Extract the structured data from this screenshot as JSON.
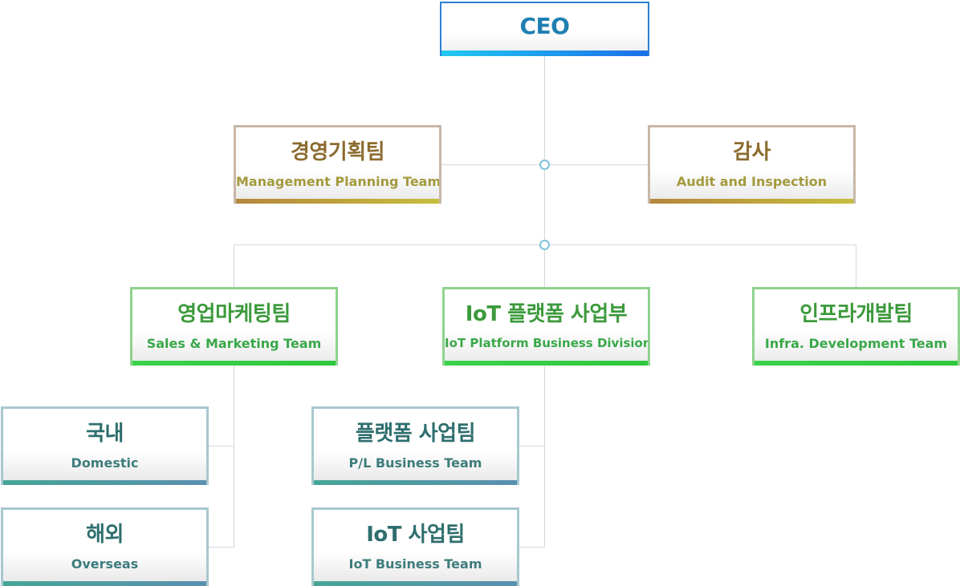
{
  "ceo": {
    "label": "CEO"
  },
  "staff": {
    "planning": {
      "ko": "경영기획팀",
      "en": "Management Planning Team"
    },
    "audit": {
      "ko": "감사",
      "en": "Audit and Inspection"
    }
  },
  "divisions": {
    "sales": {
      "ko": "영업마케팅팀",
      "en": "Sales & Marketing Team"
    },
    "iot": {
      "ko": "IoT 플랫폼 사업부",
      "en": "IoT Platform Business Division"
    },
    "infra": {
      "ko": "인프라개발팀",
      "en": "Infra. Development Team"
    }
  },
  "teams": {
    "domestic": {
      "ko": "국내",
      "en": "Domestic"
    },
    "overseas": {
      "ko": "해외",
      "en": "Overseas"
    },
    "pl_business": {
      "ko": "플랫폼 사업팀",
      "en": "P/L Business Team"
    },
    "iot_business": {
      "ko": "IoT 사업팀",
      "en": "IoT Business Team"
    }
  },
  "colors": {
    "ceo_text": "#1f7fb2",
    "ceo_bar": "#1a6fe8",
    "staff_text": "#8c6b2f",
    "division_text": "#3c9a3c",
    "team_text": "#2f6e6e",
    "connector": "#d3d8dc",
    "junction": "#7fc3db"
  }
}
